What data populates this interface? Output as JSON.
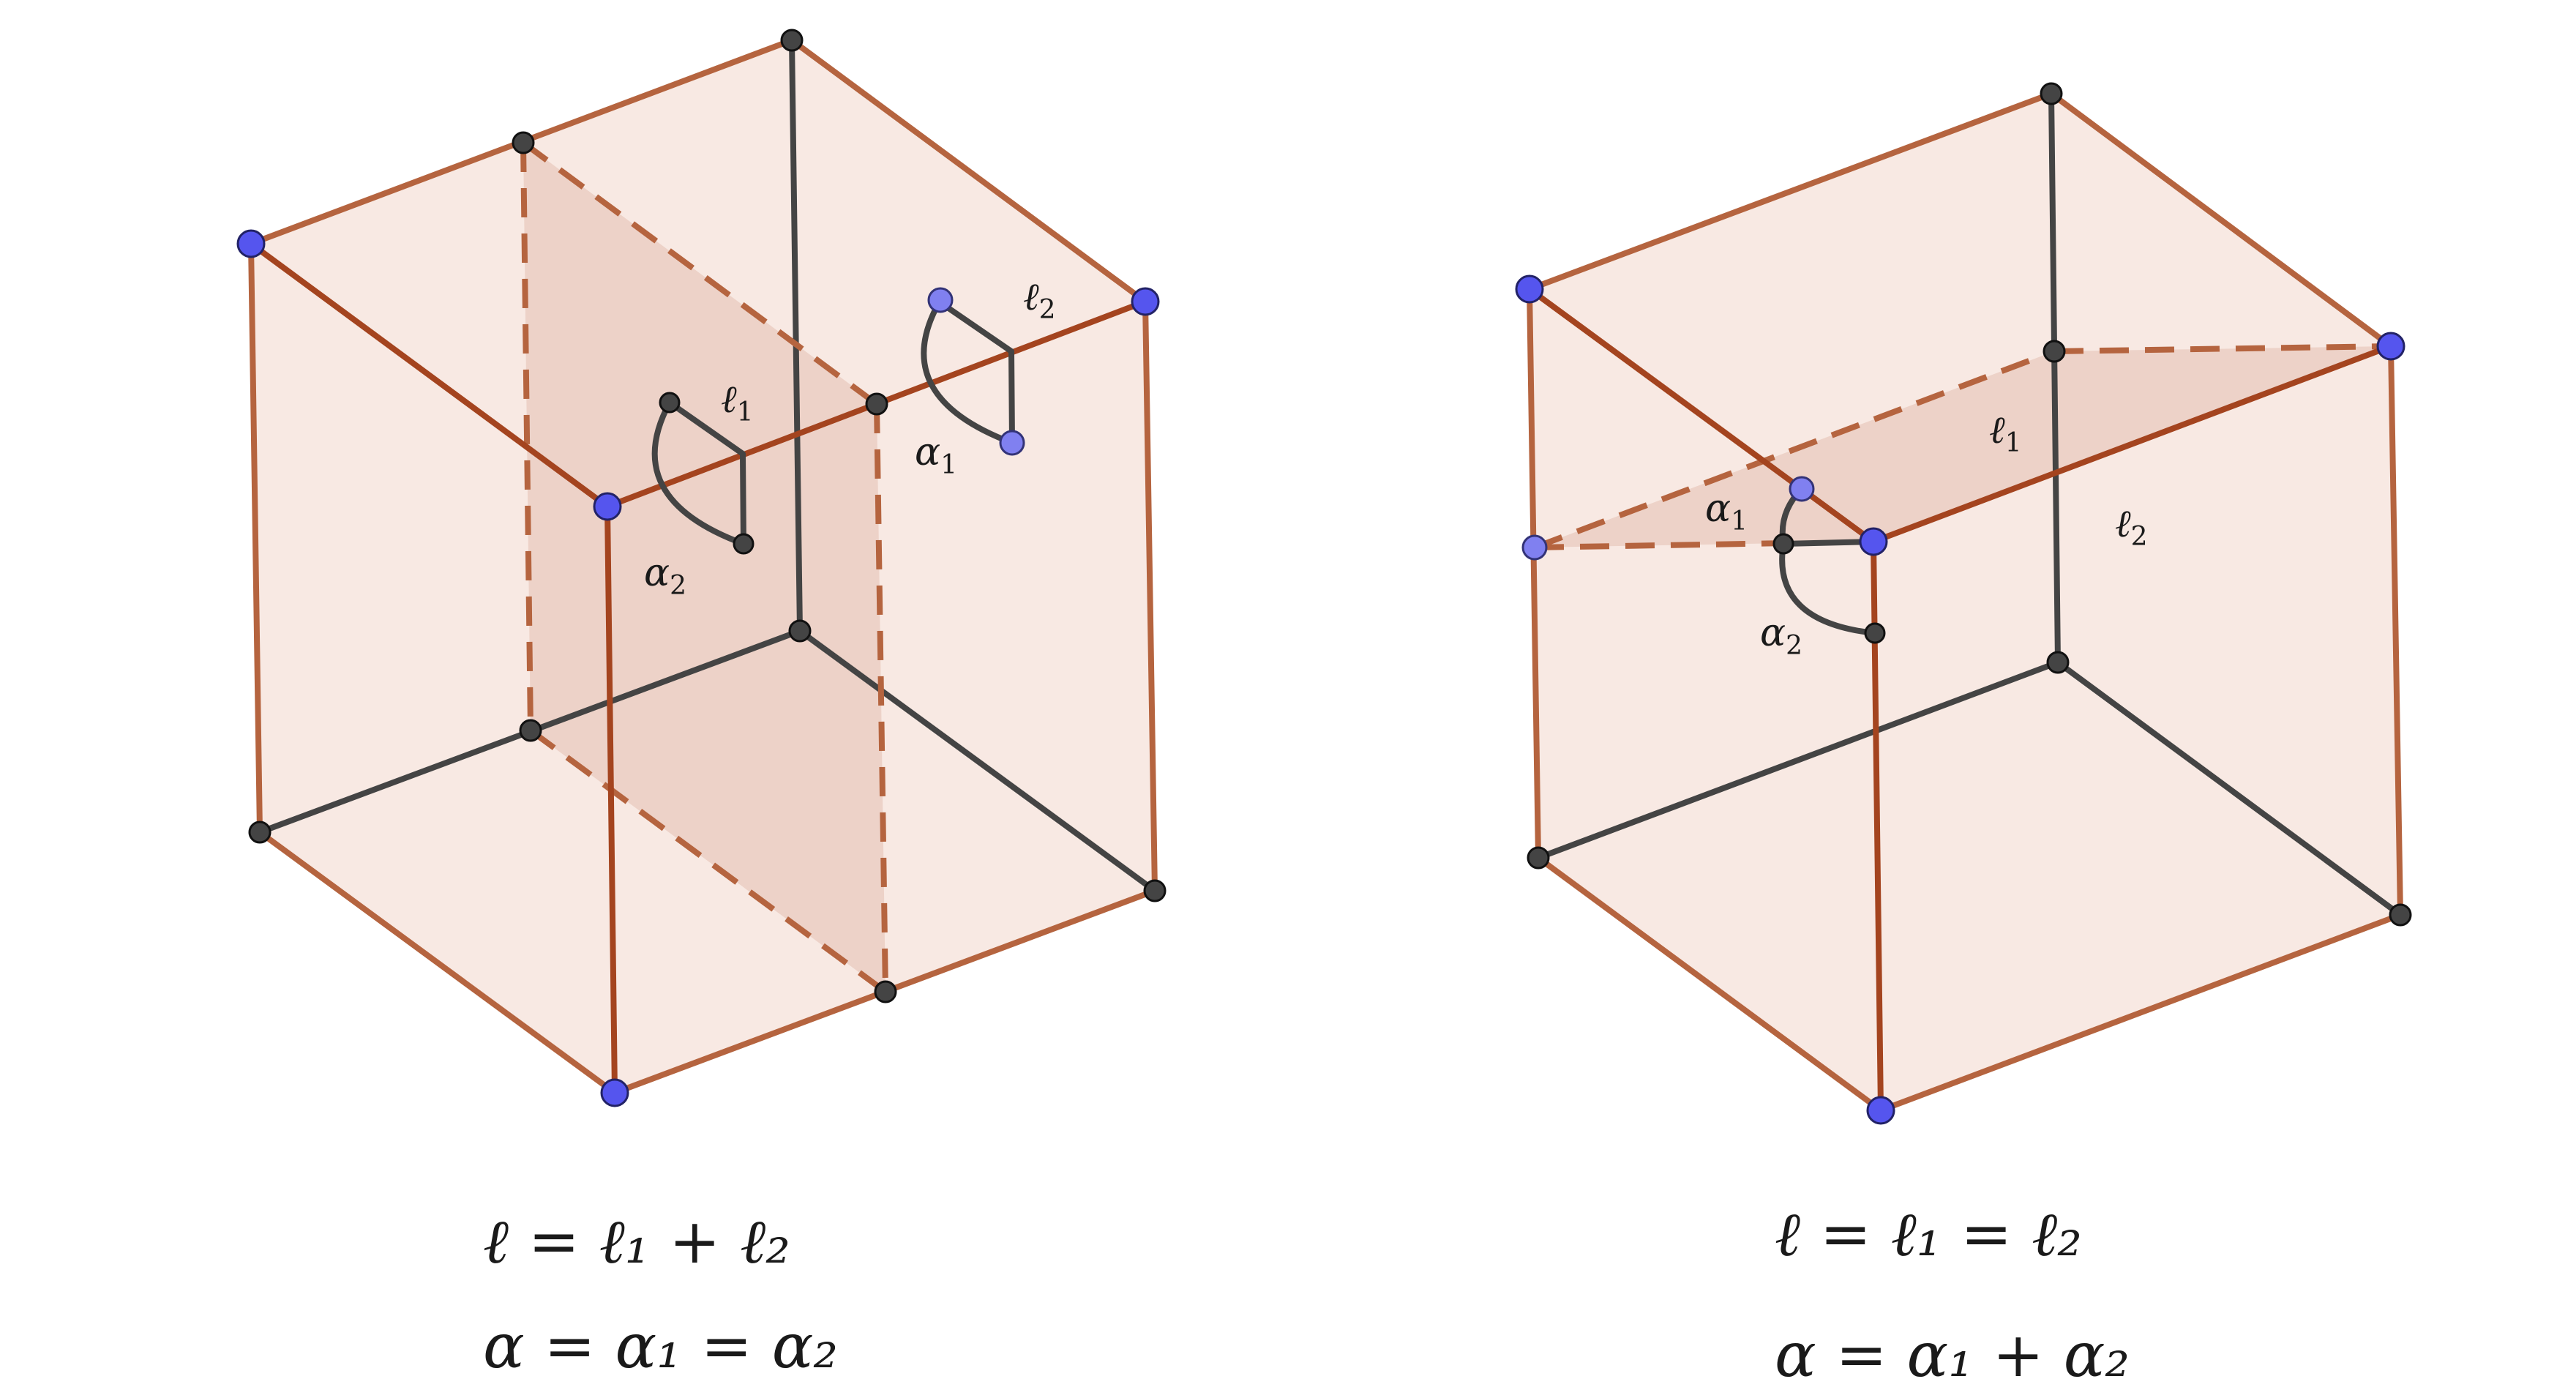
{
  "left_figure": {
    "labels": {
      "l1": [
        "ℓ",
        "1"
      ],
      "l2": [
        "ℓ",
        "2"
      ],
      "a1": [
        "α",
        "1"
      ],
      "a2": [
        "α",
        "2"
      ]
    },
    "formula_line1": "ℓ = ℓ₁ + ℓ₂",
    "formula_line2": "α = α₁ = α₂"
  },
  "right_figure": {
    "labels": {
      "l1": [
        "ℓ",
        "1"
      ],
      "l2": [
        "ℓ",
        "2"
      ],
      "a1": [
        "α",
        "1"
      ],
      "a2": [
        "α",
        "2"
      ]
    },
    "formula_line1": "ℓ = ℓ₁ = ℓ₂",
    "formula_line2": "α = α₁ + α₂"
  },
  "colors": {
    "face_fill": "#f1d3c8",
    "edge_brown": "#b5643f",
    "edge_dark_brown": "#a4441f",
    "edge_black": "#444444",
    "vertex_blue": "#5555ee",
    "vertex_light_blue": "#8080f0",
    "vertex_black": "#444444"
  }
}
